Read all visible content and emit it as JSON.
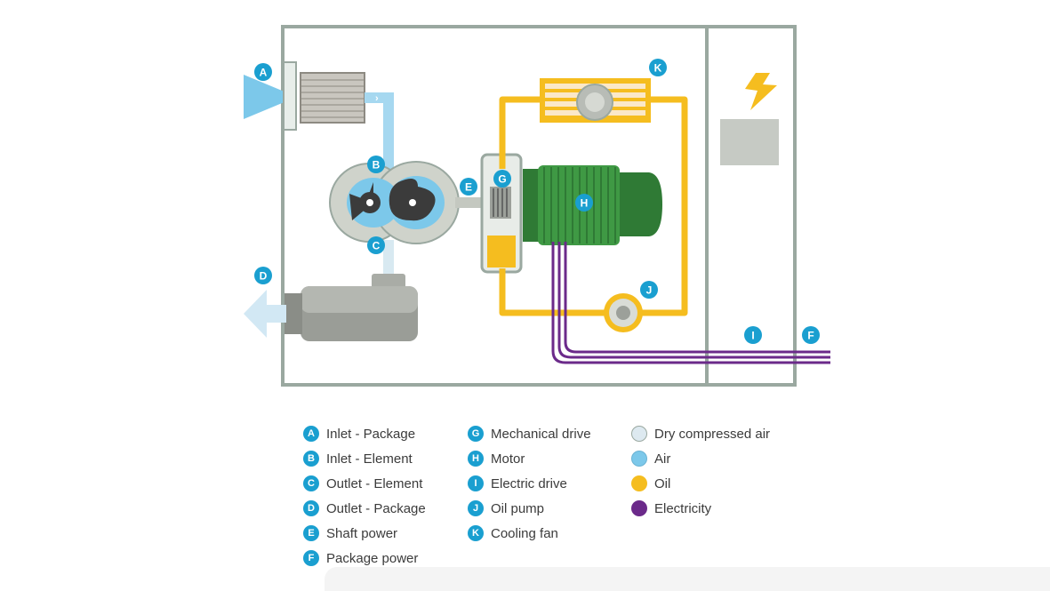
{
  "diagram": {
    "markers": {
      "A": "A",
      "B": "B",
      "C": "C",
      "D": "D",
      "E": "E",
      "F": "F",
      "G": "G",
      "H": "H",
      "I": "I",
      "J": "J",
      "K": "K"
    }
  },
  "legend": {
    "col1": [
      {
        "letter": "A",
        "label": "Inlet - Package"
      },
      {
        "letter": "B",
        "label": "Inlet - Element"
      },
      {
        "letter": "C",
        "label": "Outlet - Element"
      },
      {
        "letter": "D",
        "label": "Outlet - Package"
      },
      {
        "letter": "E",
        "label": "Shaft power"
      },
      {
        "letter": "F",
        "label": "Package power"
      }
    ],
    "col2": [
      {
        "letter": "G",
        "label": "Mechanical drive"
      },
      {
        "letter": "H",
        "label": "Motor"
      },
      {
        "letter": "I",
        "label": "Electric drive"
      },
      {
        "letter": "J",
        "label": "Oil pump"
      },
      {
        "letter": "K",
        "label": "Cooling fan"
      }
    ],
    "col3": [
      {
        "label": "Dry compressed air",
        "color": "#dde9f0"
      },
      {
        "label": "Air",
        "color": "#7cc8ea"
      },
      {
        "label": "Oil",
        "color": "#f5bd1f"
      },
      {
        "label": "Electricity",
        "color": "#6b2a8a"
      }
    ]
  },
  "colors": {
    "accent": "#1a9fd0",
    "frame": "#9aa8a0",
    "air": "#a6d8f0",
    "oil": "#f5bd1f",
    "electricity": "#6b2a8a",
    "motor": "#2f7a35"
  }
}
